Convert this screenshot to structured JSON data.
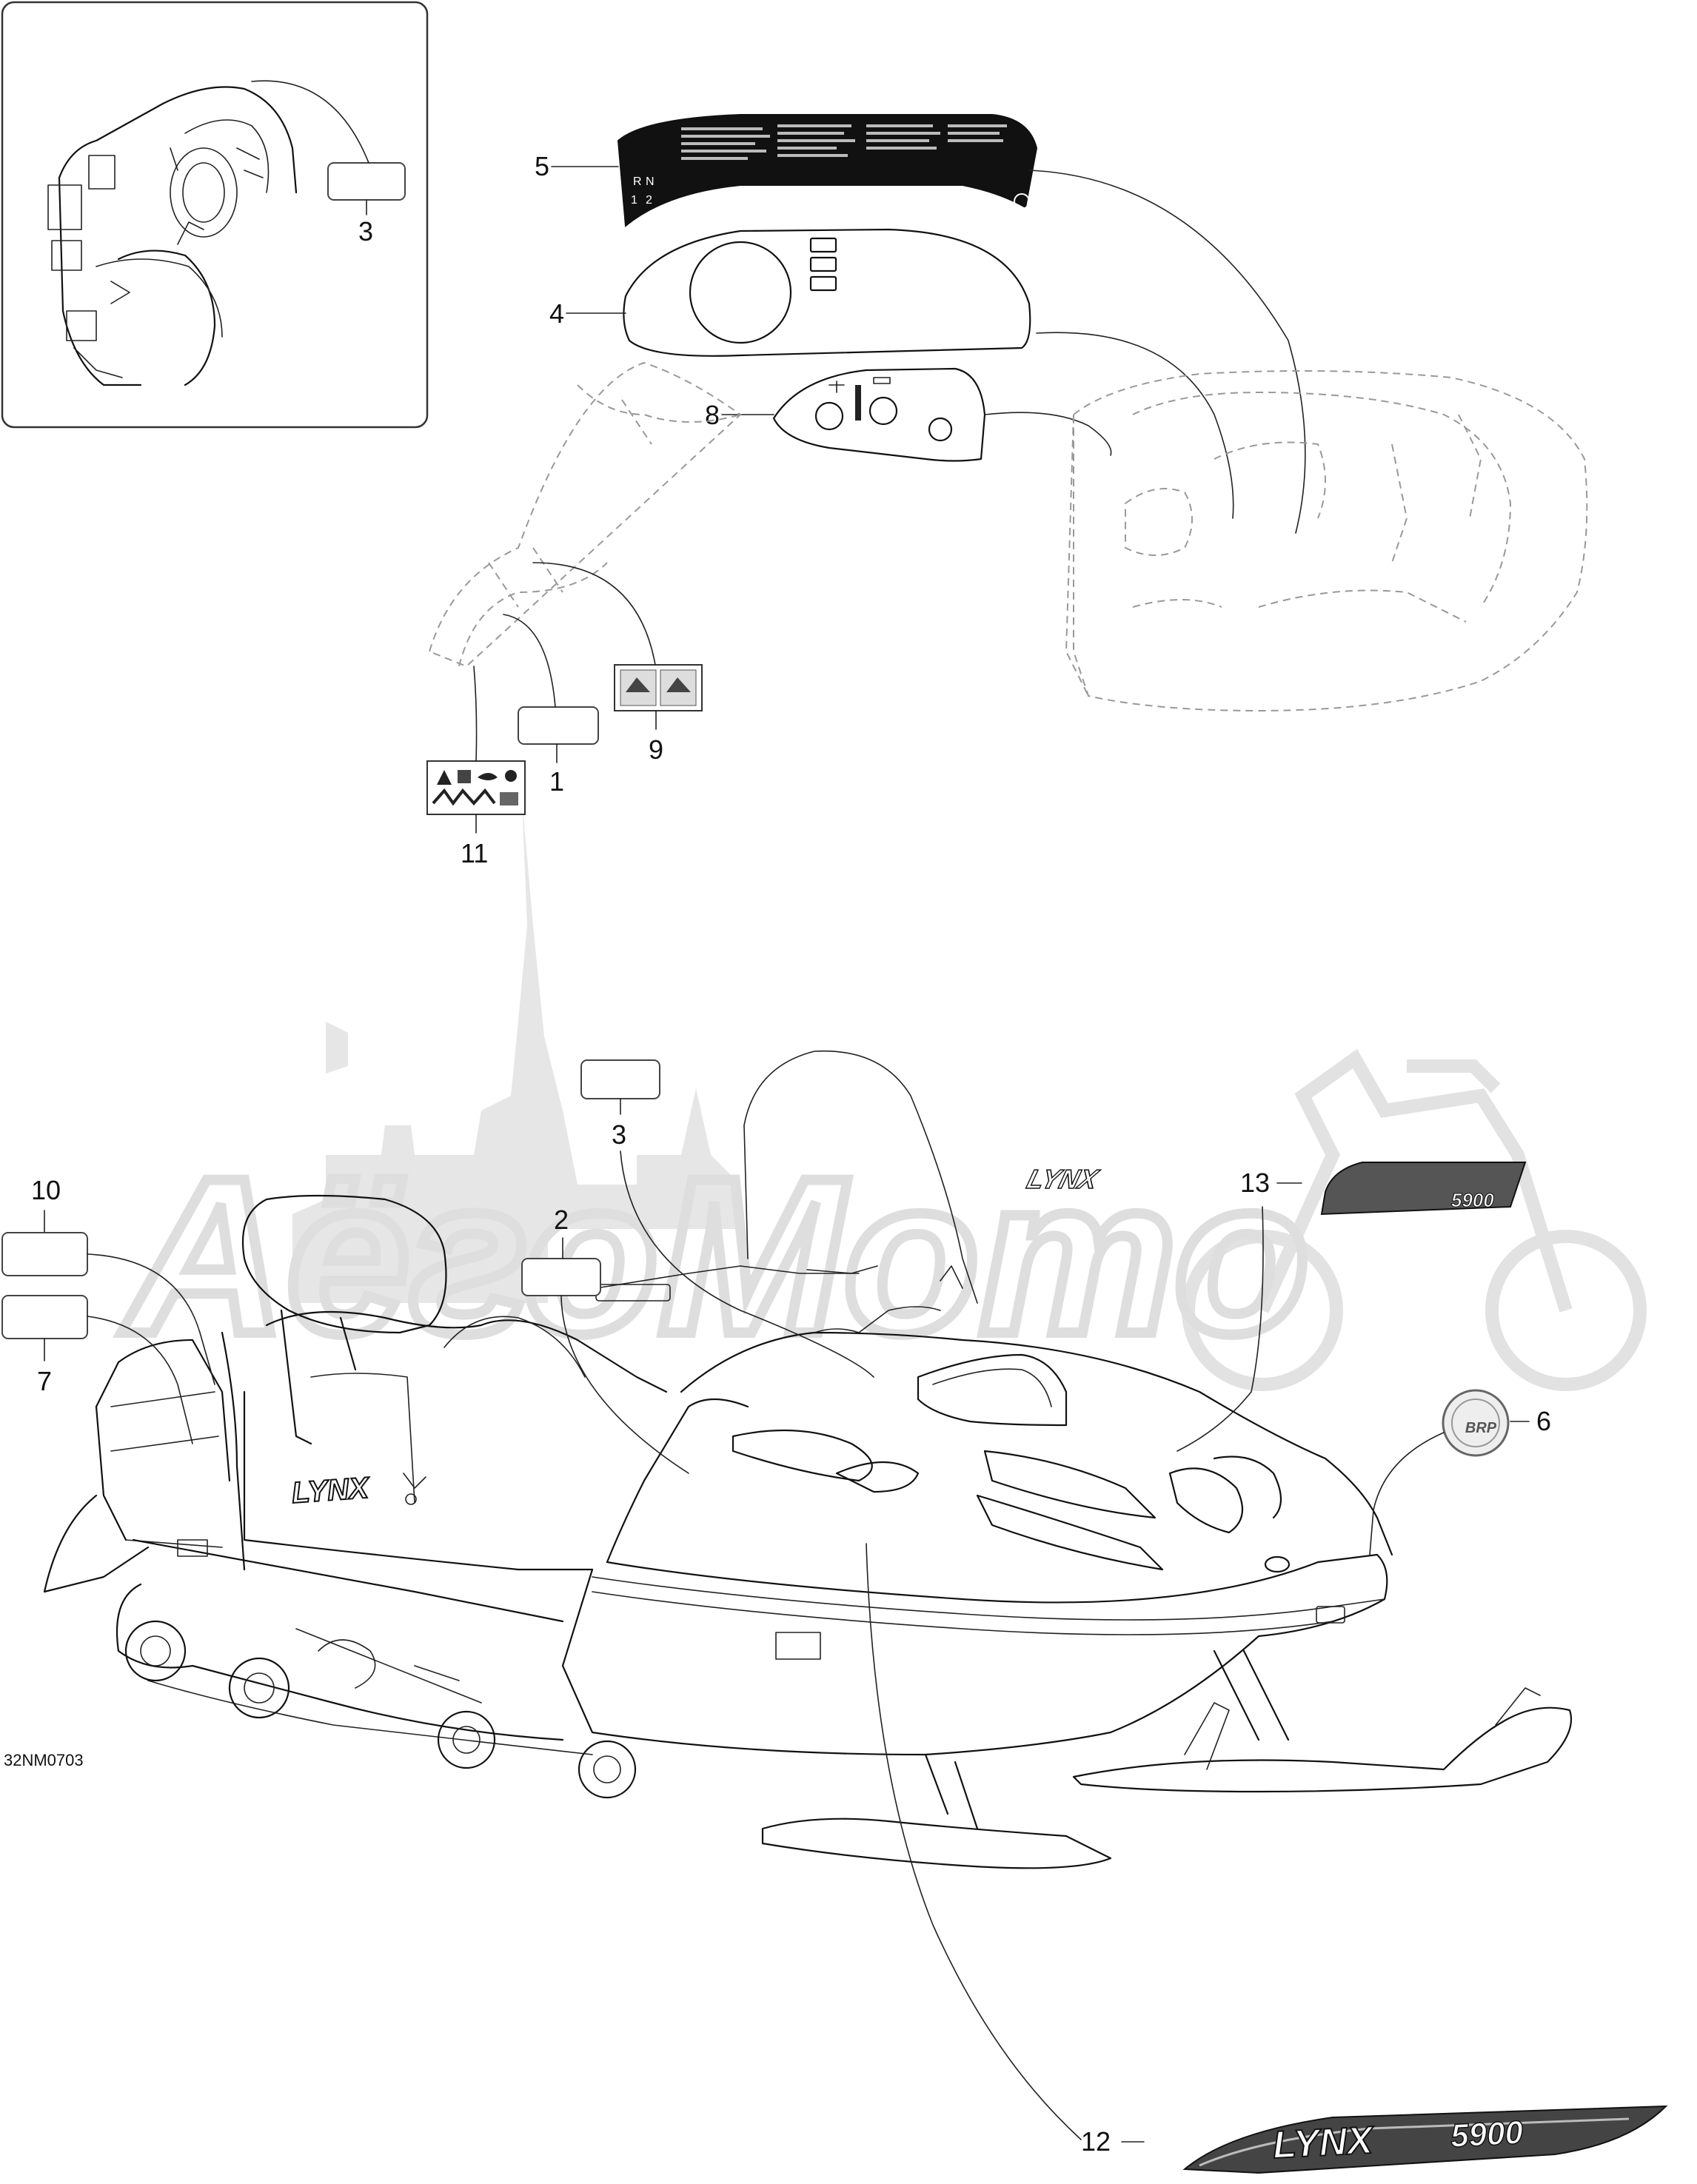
{
  "drawing_code": "32NM0703",
  "callouts": {
    "c1": "1",
    "c2": "2",
    "c3a": "3",
    "c3b": "3",
    "c4": "4",
    "c5": "5",
    "c6": "6",
    "c7": "7",
    "c8": "8",
    "c9": "9",
    "c10": "10",
    "c11": "11",
    "c12": "12",
    "c13": "13"
  },
  "decals": {
    "hood_logo": "LYNX",
    "side_logo_brand": "LYNX",
    "side_logo_model": "5900",
    "emblem_brand": "BRP",
    "gear_labels": [
      "R",
      "N",
      "1",
      "2"
    ]
  },
  "watermark": {
    "text": "AёгоМото"
  },
  "colors": {
    "line": "#111111",
    "ghost_line": "#999999",
    "watermark": "#e2e2e2",
    "decal_fill": "#111111"
  }
}
